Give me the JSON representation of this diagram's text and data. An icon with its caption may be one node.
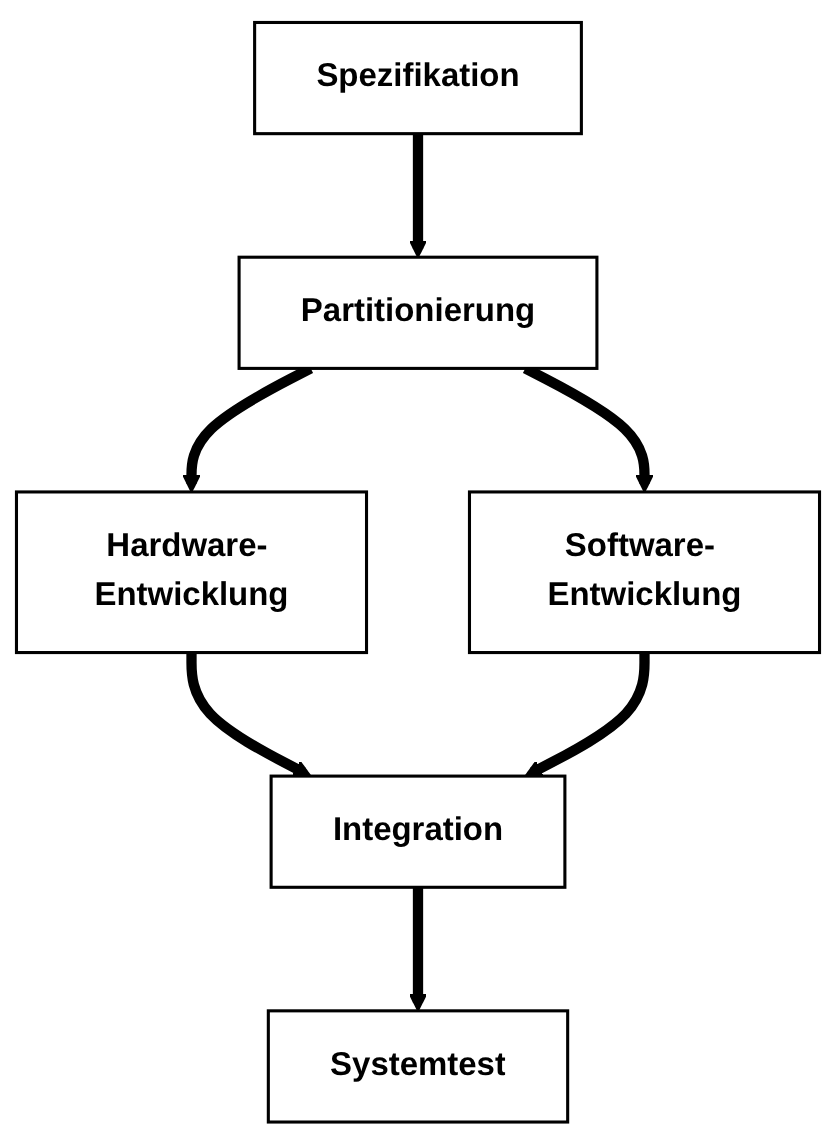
{
  "diagram": {
    "nodes": [
      {
        "text": [
          "Spezifikation"
        ]
      },
      {
        "text": [
          "Partitionierung"
        ]
      },
      {
        "text": [
          "Hardware- Entwicklung"
        ]
      },
      {
        "text": [
          "Software- Entwicklung"
        ]
      },
      {
        "text": [
          "Integration"
        ]
      },
      {
        "text": [
          "Systemtest"
        ]
      }
    ],
    "edges": [
      {
        "from": 0,
        "to": 1,
        "arrow": "to"
      },
      {
        "from": 1,
        "to": 2,
        "arrow": "to"
      },
      {
        "from": 1,
        "to": 3,
        "arrow": "to"
      },
      {
        "from": 2,
        "to": 4,
        "arrow": "to"
      },
      {
        "from": 3,
        "to": 4,
        "arrow": "to"
      },
      {
        "from": 4,
        "to": 5,
        "arrow": "to"
      }
    ]
  }
}
